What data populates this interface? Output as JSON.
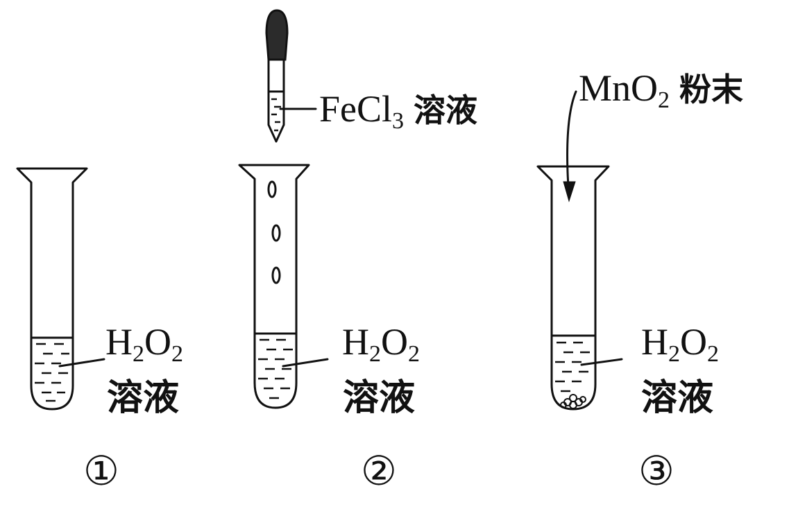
{
  "tubes": [
    {
      "number": "①",
      "liquid": {
        "formula_parts": [
          "H",
          "2",
          "O",
          "2"
        ],
        "name": "溶液"
      }
    },
    {
      "number": "②",
      "liquid": {
        "formula_parts": [
          "H",
          "2",
          "O",
          "2"
        ],
        "name": "溶液"
      },
      "reagent": {
        "formula_parts": [
          "FeCl",
          "3"
        ],
        "name": "溶液"
      }
    },
    {
      "number": "③",
      "liquid": {
        "formula_parts": [
          "H",
          "2",
          "O",
          "2"
        ],
        "name": "溶液"
      },
      "reagent": {
        "formula_parts": [
          "MnO",
          "2"
        ],
        "name": "粉末"
      }
    }
  ]
}
